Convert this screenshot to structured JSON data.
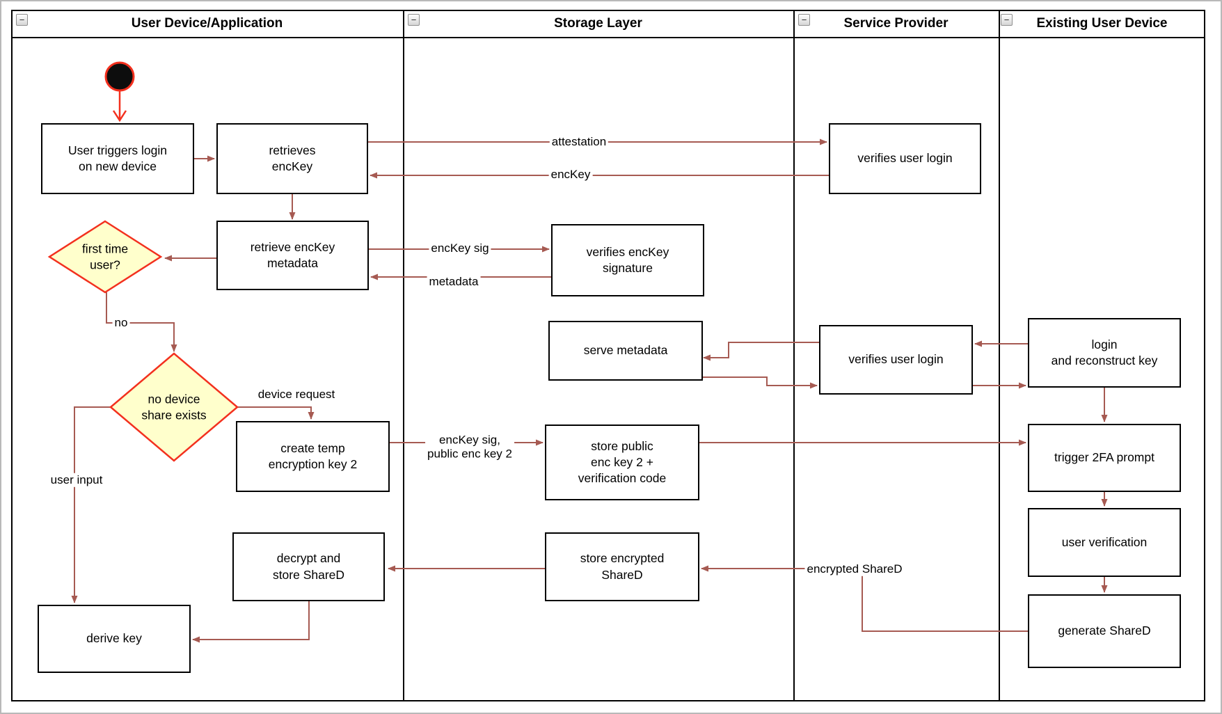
{
  "lanes": [
    {
      "id": "user-device-application",
      "title": "User Device/Application"
    },
    {
      "id": "storage-layer",
      "title": "Storage Layer"
    },
    {
      "id": "service-provider",
      "title": "Service Provider"
    },
    {
      "id": "existing-user-device",
      "title": "Existing User Device"
    }
  ],
  "collapse_glyph": "−",
  "nodes": {
    "user_triggers_login": {
      "label": "User triggers login\non new device"
    },
    "retrieves_enckey": {
      "label": "retrieves\nencKey"
    },
    "retrieve_enckey_metadata": {
      "label": "retrieve encKey\nmetadata"
    },
    "create_temp_key2": {
      "label": "create temp\nencryption key 2"
    },
    "decrypt_store_shared": {
      "label": "decrypt and\nstore ShareD"
    },
    "derive_key": {
      "label": "derive key"
    },
    "verifies_enckey_signature": {
      "label": "verifies encKey\nsignature"
    },
    "serve_metadata": {
      "label": "serve metadata"
    },
    "store_public_key2": {
      "label": "store public\nenc key 2 +\nverification code"
    },
    "store_encrypted_shared": {
      "label": "store encrypted\nShareD"
    },
    "verifies_user_login_top": {
      "label": "verifies user login"
    },
    "verifies_user_login_mid": {
      "label": "verifies user login"
    },
    "login_reconstruct_key": {
      "label": "login\nand reconstruct key"
    },
    "trigger_2fa": {
      "label": "trigger 2FA prompt"
    },
    "user_verification": {
      "label": "user verification"
    },
    "generate_shared": {
      "label": "generate ShareD"
    }
  },
  "decisions": {
    "first_time_user": {
      "label": "first time\nuser?"
    },
    "no_device_share": {
      "label": "no device\nshare exists"
    }
  },
  "edge_labels": {
    "attestation": "attestation",
    "enckey": "encKey",
    "enckey_sig": "encKey sig",
    "metadata": "metadata",
    "no": "no",
    "device_request": "device request",
    "enckey_sig_public": "encKey sig,\npublic enc key 2",
    "user_input": "user input",
    "encrypted_shared": "encrypted ShareD"
  },
  "colors": {
    "arrow": "#a65a52",
    "accent": "#f3301e",
    "diamond_fill": "#ffffcc",
    "node_border": "#000000",
    "node_fill": "#ffffff"
  }
}
